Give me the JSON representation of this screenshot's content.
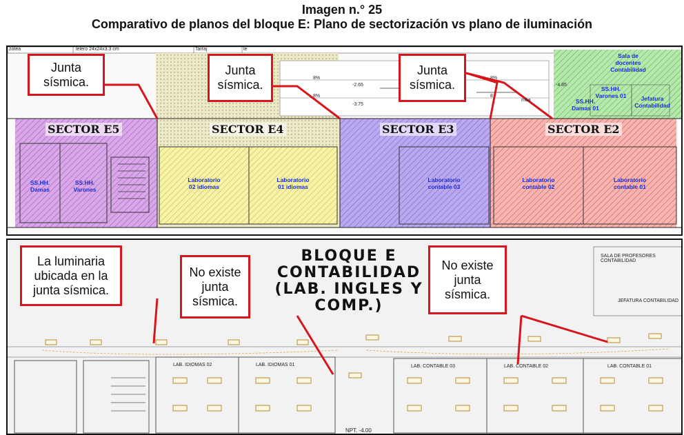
{
  "figure": {
    "title": "Imagen n.° 25",
    "subtitle": "Comparativo de planos del bloque E: Plano de sectorización vs plano de iluminación"
  },
  "sectorization_plan": {
    "header_texts": [
      "zotea",
      "lelero 24x24x3.3 cm",
      "Tarraj",
      "le"
    ],
    "levels": [
      "-2.65",
      "-3.75",
      "-4.85"
    ],
    "slopes": [
      "8%",
      "8%",
      "8%",
      "8"
    ],
    "misc_text": "mba",
    "sectors": [
      {
        "label": "SECTOR E5",
        "color": "#d7a8e6"
      },
      {
        "label": "SECTOR E4",
        "color": "#f3ee9a"
      },
      {
        "label": "SECTOR E3",
        "color": "#b8a6ec"
      },
      {
        "label": "SECTOR E2",
        "color": "#f3b1ae"
      }
    ],
    "rooms": {
      "ss_hh_damas": "SS.HH.\nDamas",
      "ss_hh_varones": "SS.HH.\nVarones",
      "lab_idiomas_02": "Laboratorio\n02 idiomas",
      "lab_idiomas_01": "Laboratorio\n01 idiomas",
      "lab_contable_03": "Laboratorio\ncontable 03",
      "lab_contable_02": "Laboratorio\ncontable 02",
      "lab_contable_01": "Laboratorio\ncontable 01",
      "sala_docentes": "Sala de\ndocentes\nContabilidad",
      "ss_hh_varones_01": "SS.HH.\nVarones 01",
      "ss_hh_damas_01": "SS.HH.\nDamas 01",
      "jefatura": "Jefatura\nContabilidad"
    },
    "callouts": [
      "Junta\nsísmica.",
      "Junta\nsísmica.",
      "Junta\nsísmica."
    ]
  },
  "lighting_plan": {
    "bloque_title": "BLOQUE E\nCONTABILIDAD\n(LAB. INGLES Y\nCOMP.)",
    "room_labels": [
      "LAB. IDIOMAS 02",
      "LAB. IDIOMAS 01",
      "LAB. CONTABLE 03",
      "LAB. CONTABLE 02",
      "LAB. CONTABLE 01",
      "SALA DE PROFESORES CONTABILIDAD",
      "JEFATURA CONTABILIDAD"
    ],
    "npt": "NPT. -4.00",
    "callouts": [
      "La luminaria\nubicada en la\njunta sísmica.",
      "No existe\njunta\nsísmica.",
      "No existe\njunta\nsísmica."
    ]
  },
  "colors": {
    "callout_border": "#d8141c",
    "room_label": "#1a2fd6",
    "sector_e5": "#d7a8e6",
    "sector_e4": "#f3ee9a",
    "sector_e3": "#b8a6ec",
    "sector_e2": "#f3b1ae",
    "green_zone": "#a9e3a3"
  }
}
